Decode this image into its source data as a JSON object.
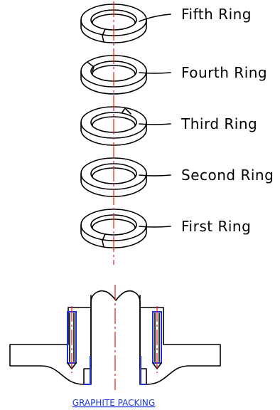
{
  "rings": [
    {
      "label": "Fifth Ring",
      "cut": "front-left"
    },
    {
      "label": "Fourth Ring",
      "cut": "back-left"
    },
    {
      "label": "Third Ring",
      "cut": "back-right"
    },
    {
      "label": "Second Ring",
      "cut": "none"
    },
    {
      "label": "First Ring",
      "cut": "front-left"
    }
  ],
  "caption": "GRAPHITE PACKING",
  "colors": {
    "outline": "#000000",
    "centerline": "#e02020",
    "packing": "#1f2fd1",
    "caption": "#1f3bd6"
  }
}
